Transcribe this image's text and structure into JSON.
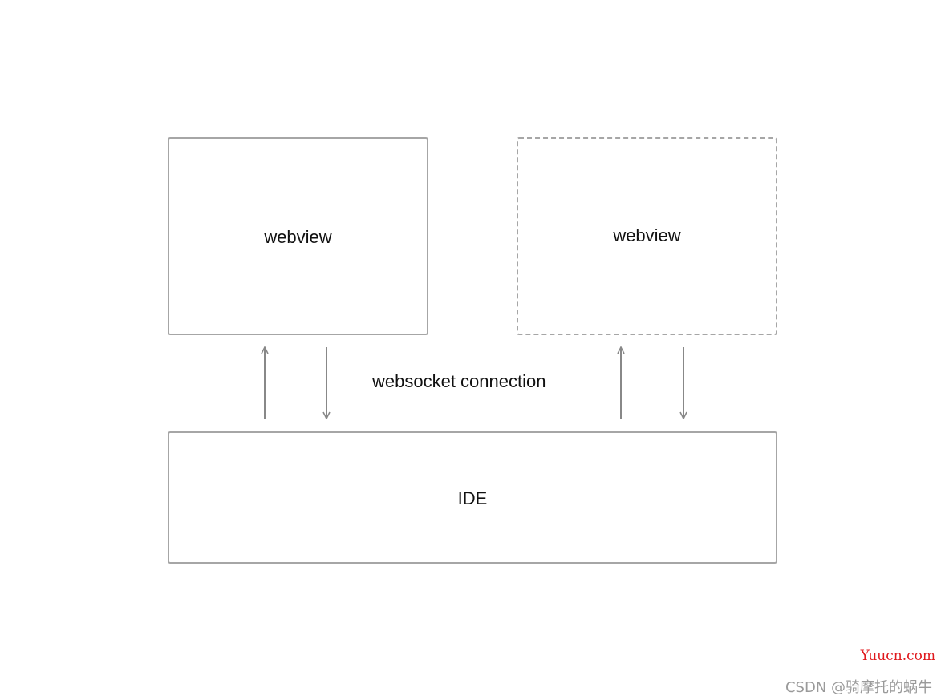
{
  "diagram": {
    "webview_left": {
      "label": "webview",
      "border_style": "solid"
    },
    "webview_right": {
      "label": "webview",
      "border_style": "dashed"
    },
    "ide": {
      "label": "IDE"
    },
    "connection": {
      "label": "websocket connection"
    }
  },
  "watermark": {
    "site": "Yuucn.com",
    "author": "CSDN @骑摩托的蜗牛"
  },
  "colors": {
    "box_border": "#a6a6a6",
    "arrow": "#888888",
    "text": "#111111",
    "site_watermark": "#e0191d",
    "author_watermark": "#9a9a9a"
  }
}
